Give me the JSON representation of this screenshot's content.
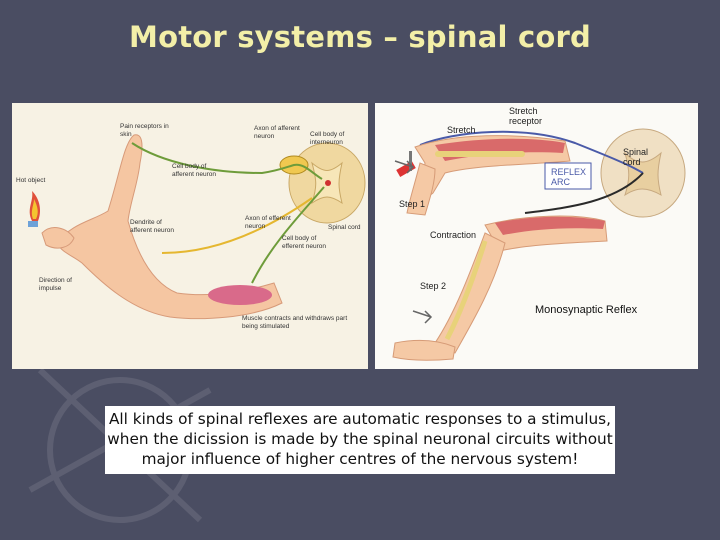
{
  "slide": {
    "title": "Motor systems – spinal cord",
    "caption": "All kinds of spinal reflexes are automatic responses to a stimulus, when the dicission is made by the spinal neuronal circuits without major influence of higher centres of the nervous system!"
  },
  "left_figure": {
    "labels": {
      "pain": "Pain receptors in skin",
      "hot": "Hot object",
      "afferent_body": "Cell body of afferent neuron",
      "axon_afferent": "Axon of afferent neuron",
      "inter_body": "Cell body of interneuron",
      "dendrite": "Dendrite of afferent neuron",
      "axon_efferent": "Axon of efferent neuron",
      "spinal": "Spinal cord",
      "efferent_body": "Cell body of efferent neuron",
      "direction": "Direction of impulse",
      "muscle": "Muscle contracts and withdraws part being stimulated"
    }
  },
  "right_figure": {
    "labels": {
      "stretch_receptor": "Stretch receptor",
      "stretch": "Stretch",
      "spinal_cord": "Spinal cord",
      "reflex_arc": "REFLEX ARC",
      "step1": "Step 1",
      "contraction": "Contraction",
      "step2": "Step 2",
      "mono": "Monosynaptic Reflex"
    }
  },
  "colors": {
    "background": "#4a4d62",
    "title": "#f3efa8",
    "caption_bg": "#ffffff"
  }
}
